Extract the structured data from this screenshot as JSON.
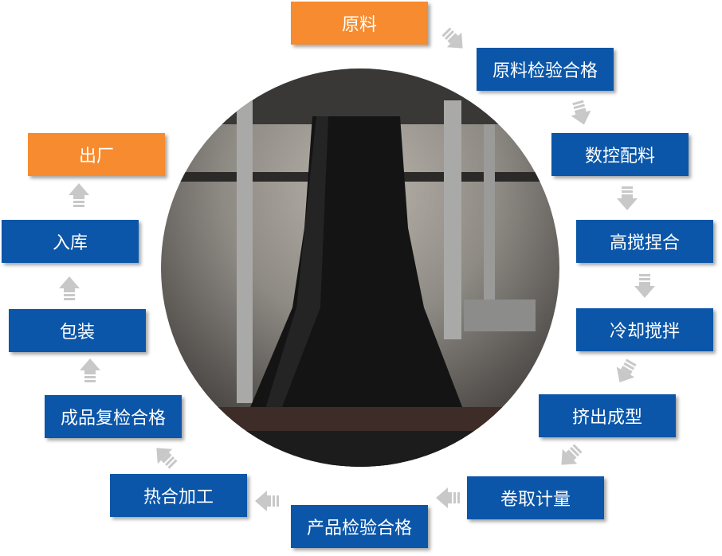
{
  "colors": {
    "process": "#0b56a8",
    "endpoint": "#f68b2f",
    "arrow": "#c8c8c8"
  },
  "steps": [
    {
      "label": "原料",
      "type": "endpoint"
    },
    {
      "label": "原料检验合格",
      "type": "process"
    },
    {
      "label": "数控配料",
      "type": "process"
    },
    {
      "label": "高搅捏合",
      "type": "process"
    },
    {
      "label": "冷却搅拌",
      "type": "process"
    },
    {
      "label": "挤出成型",
      "type": "process"
    },
    {
      "label": "卷取计量",
      "type": "process"
    },
    {
      "label": "产品检验合格",
      "type": "process"
    },
    {
      "label": "热合加工",
      "type": "process"
    },
    {
      "label": "成品复检合格",
      "type": "process"
    },
    {
      "label": "包装",
      "type": "process"
    },
    {
      "label": "入库",
      "type": "process"
    },
    {
      "label": "出厂",
      "type": "endpoint"
    }
  ]
}
